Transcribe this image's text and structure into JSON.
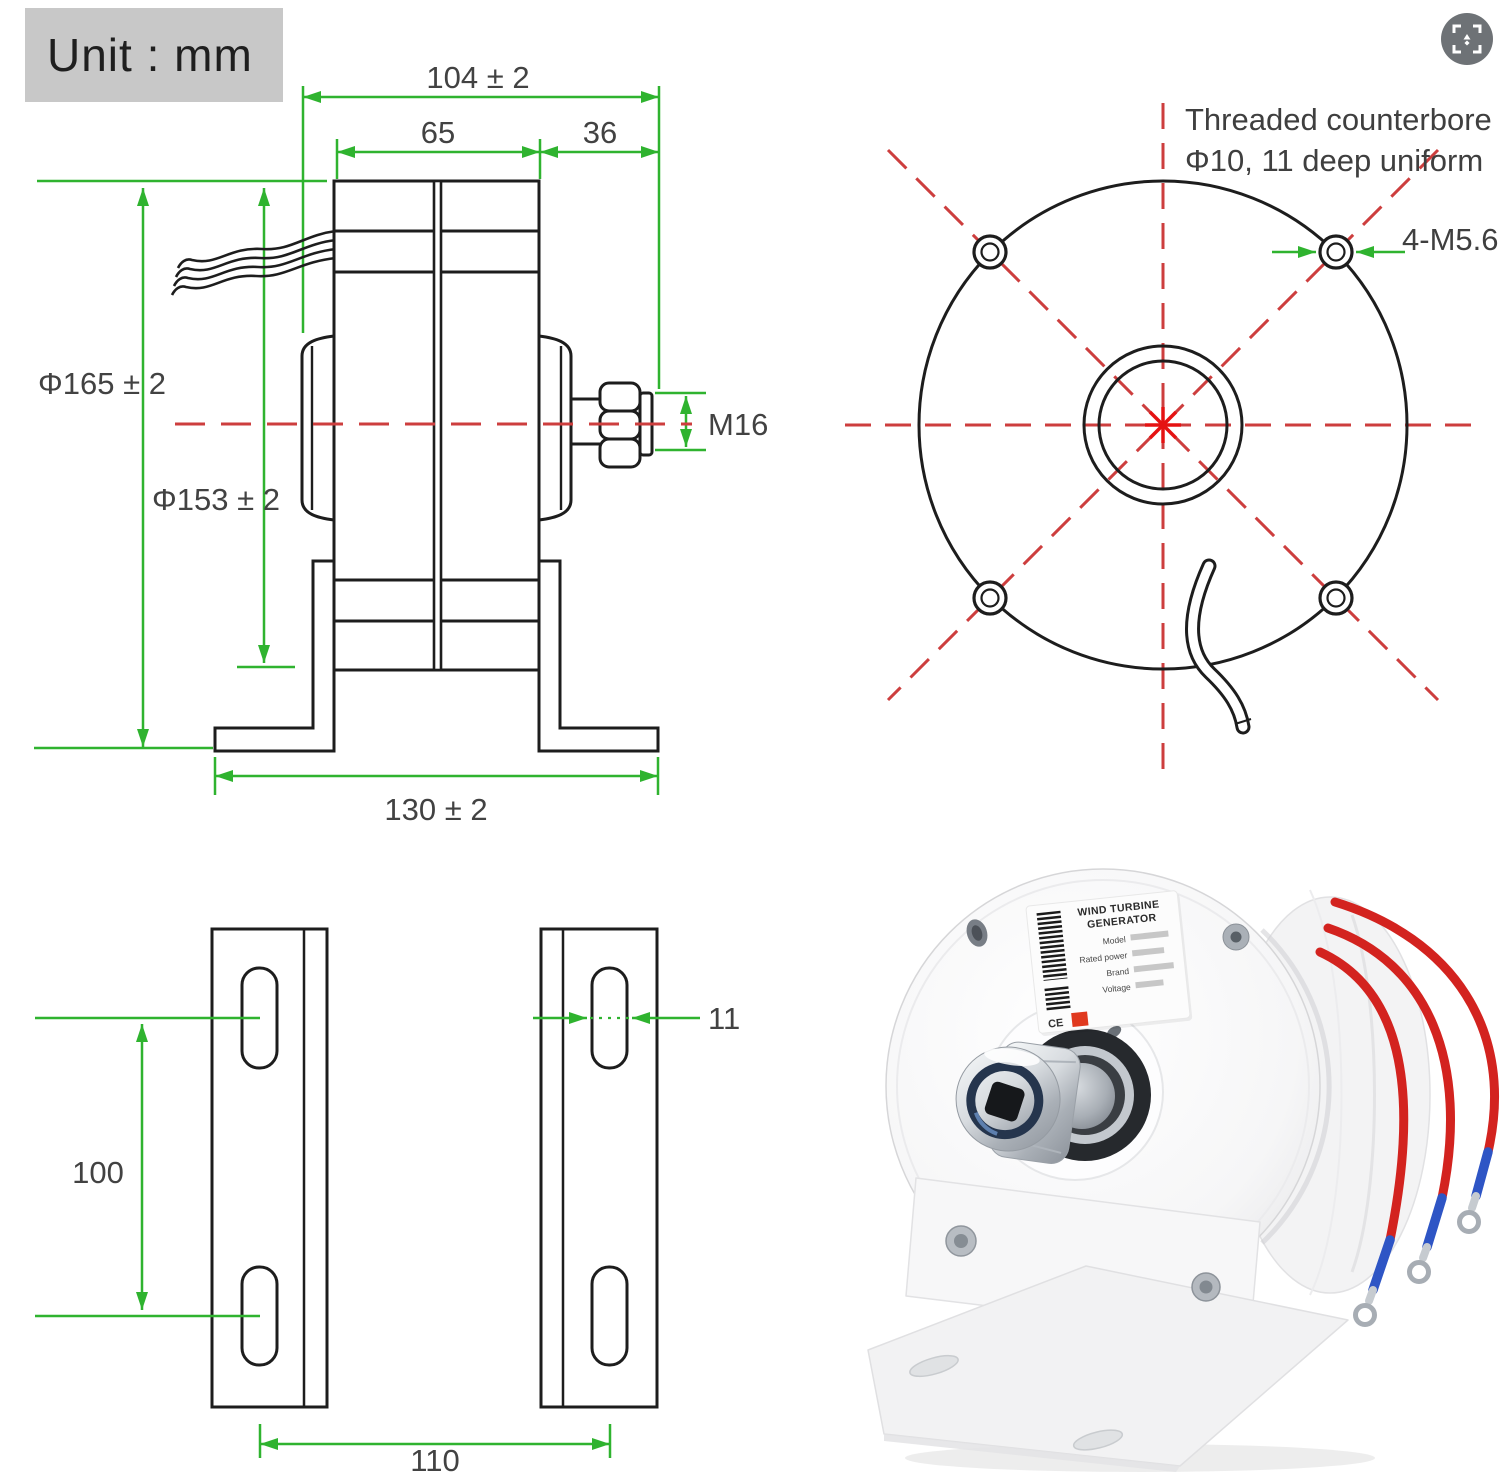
{
  "header": {
    "unit_label": "Unit : mm"
  },
  "colors": {
    "dimension_green": "#2fb32f",
    "centerline_red": "#cd3e3e",
    "line_black": "#1d1d1d",
    "unit_box_bg": "#c8c8c8",
    "wire_red": "#d3231f",
    "wire_blue": "#2e55c5"
  },
  "side_view": {
    "dim_overall": "104 ± 2",
    "dim_front": "65",
    "dim_rear": "36",
    "dia_outer": "Φ165 ± 2",
    "dia_inner": "Φ153 ± 2",
    "shaft_thread": "M16",
    "dim_base": "130 ± 2"
  },
  "front_view": {
    "note_line1": "Threaded counterbore",
    "note_line2": "Φ10, 11 deep uniform",
    "bolt_label": "4-M5.6"
  },
  "bracket_view": {
    "dim_spacing": "100",
    "dim_slot_width": "11",
    "dim_foot_spacing": "110"
  },
  "product_photo": {
    "label": {
      "title_line1": "WIND TURBINE",
      "title_line2": "GENERATOR",
      "row_keys": [
        "Model",
        "Rated power",
        "Brand",
        "Voltage"
      ],
      "ce_mark": "CE"
    }
  }
}
